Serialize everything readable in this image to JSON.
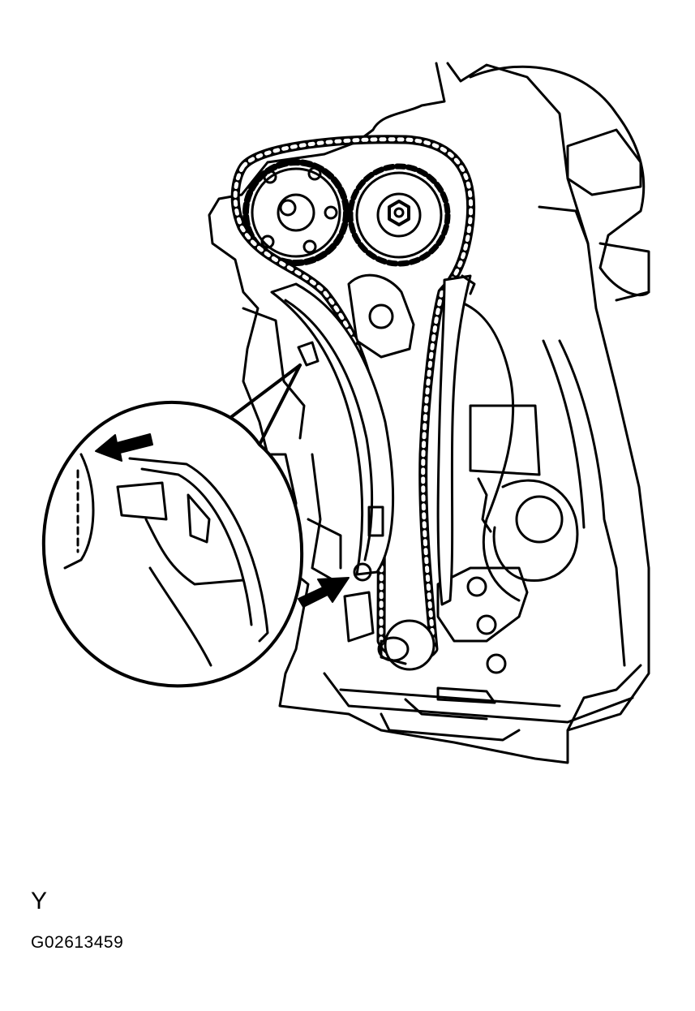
{
  "figure": {
    "view_label": "Y",
    "figure_code": "G02613459"
  },
  "colors": {
    "line": "#000000",
    "background": "#ffffff"
  },
  "parts": [
    "engine-block",
    "timing-chain",
    "camshaft-sprocket",
    "vvt-sprocket",
    "crankshaft-sprocket",
    "chain-tensioner-slipper",
    "chain-vibration-damper",
    "chain-tensioner",
    "detail-magnifier"
  ],
  "arrows": [
    "arrow-pointer-icon",
    "arrow-pointer-icon"
  ]
}
